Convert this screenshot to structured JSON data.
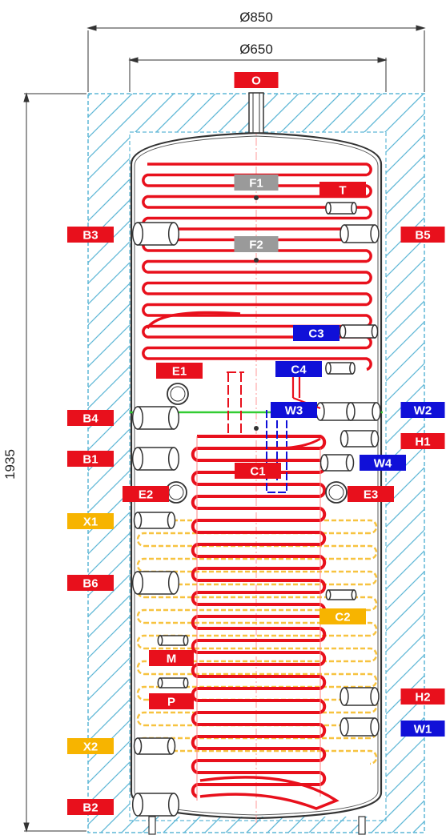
{
  "dimensions": {
    "outer_diameter": "Ø850",
    "inner_diameter": "Ø650",
    "height": "1935"
  },
  "colors": {
    "red_label": "#e8101c",
    "blue_label": "#1010d8",
    "yellow_label": "#f7b400",
    "gray_label": "#9a9a9a",
    "coil_red": "#e8101c",
    "coil_yellow": "#f7c340",
    "insulation": "#5fb7d6",
    "separator": "#33cc33"
  },
  "labels": {
    "O": "O",
    "F1": "F1",
    "F2": "F2",
    "T": "T",
    "B3": "B3",
    "B5": "B5",
    "C3": "C3",
    "E1": "E1",
    "C4": "C4",
    "B4": "B4",
    "W3": "W3",
    "W2": "W2",
    "H1": "H1",
    "B1": "B1",
    "C1": "C1",
    "W4": "W4",
    "E2": "E2",
    "E3": "E3",
    "X1": "X1",
    "B6": "B6",
    "C2": "C2",
    "M": "M",
    "H2": "H2",
    "P": "P",
    "W1": "W1",
    "X2": "X2",
    "B2": "B2"
  }
}
